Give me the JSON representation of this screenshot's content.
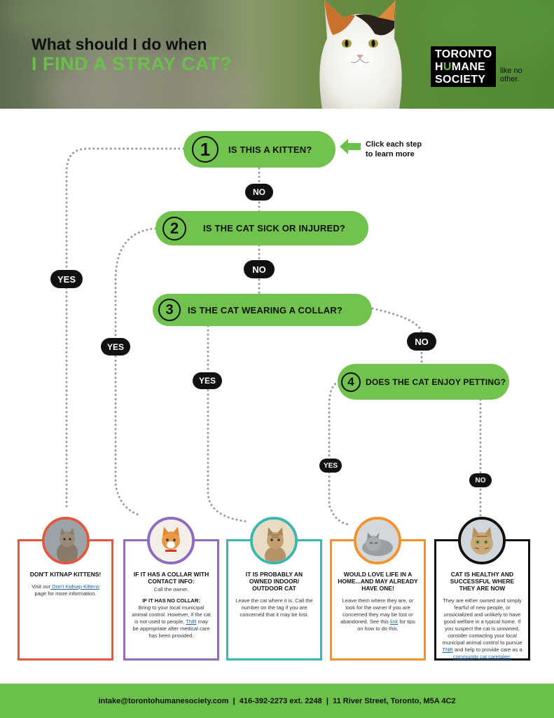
{
  "header": {
    "title_line1": "What should I do when",
    "title_line2": "I FIND A STRAY CAT?",
    "logo": {
      "line1": "TORONTO",
      "line2_pre": "H",
      "line2_u": "U",
      "line2_post": "MANE",
      "line3": "SOCIETY"
    },
    "tagline": "like no other."
  },
  "hint": {
    "line1": "Click each step",
    "line2": "to learn more"
  },
  "steps": [
    {
      "number": "1",
      "question": "IS THIS A KITTEN?"
    },
    {
      "number": "2",
      "question": "IS THE CAT SICK OR INJURED?"
    },
    {
      "number": "3",
      "question": "IS THE CAT WEARING A COLLAR?"
    },
    {
      "number": "4",
      "question": "DOES THE CAT ENJOY PETTING?"
    }
  ],
  "badges": {
    "no1": "NO",
    "no2": "NO",
    "no3": "NO",
    "no4": "NO",
    "yes1": "YES",
    "yes2": "YES",
    "yes3": "YES",
    "yes4": "YES"
  },
  "cards": [
    {
      "title": "DON'T KITNAP KITTENS!",
      "text_pre": "Visit our",
      "link": " Don't Kidnap Kittens",
      "text_post": " page for more information.",
      "color": "#e0583f"
    },
    {
      "title": "IF IT HAS A COLLAR WITH CONTACT INFO:",
      "text1": "Call the owner.",
      "subtitle": "IF IT HAS NO COLLAR:",
      "text2_pre": "Bring to your local municipal animal control. However, if the cat is not used to people, ",
      "link": "TNR",
      "text2_post": " may be appropriate after medical care has been provided.",
      "color": "#8e6bbf"
    },
    {
      "title": "IT IS PROBABLY AN OWNED INDOOR/ OUTDOOR CAT",
      "text": "Leave the cat where it is. Call the number on the tag if you are concerned that it may be lost.",
      "color": "#3cb6b0"
    },
    {
      "title": "WOULD LOVE LIFE IN A HOME...AND MAY ALREADY HAVE ONE!",
      "text_pre": "Leave them where they are, or look for the owner if you are concerned they may be lost or abandoned. See this ",
      "link": "link",
      "text_post": " for tips on how to do this.",
      "color": "#f0952e"
    },
    {
      "title": "CAT IS HEALTHY AND SUCCESSFUL WHERE THEY ARE NOW",
      "text_pre": "They are either owned and simply fearful of new people, or unsocialized and unlikely to have good welfare in a typical home. If you suspect the cat is unowned, consider contacting your local municipal animal control to pursue ",
      "link1": "TNR",
      "text_mid": " and help to provide care as a ",
      "link2": "community cat caretaker.",
      "color": "#111111"
    }
  ],
  "footer": {
    "text": "intake@torontohumanesociety.com  |  416-392-2273 ext. 2248  |  11 River Street, Toronto, M5A 4C2"
  }
}
